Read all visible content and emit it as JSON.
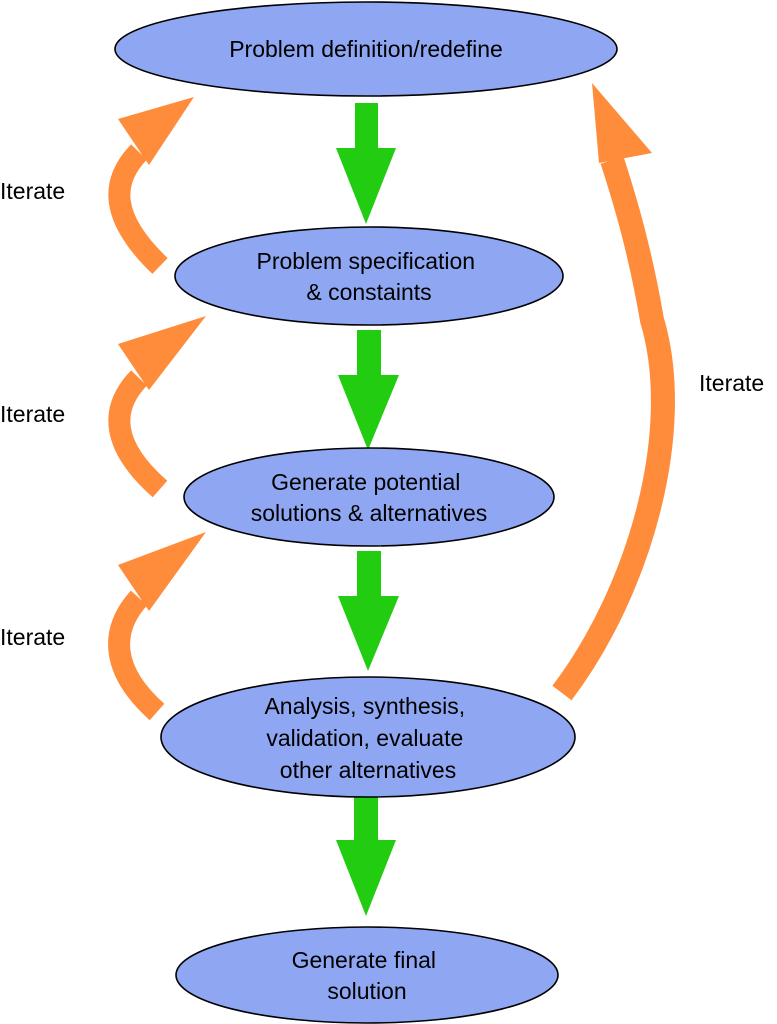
{
  "nodes": [
    {
      "id": "problem-definition",
      "lines": [
        "Problem definition/redefine"
      ]
    },
    {
      "id": "problem-specification",
      "lines": [
        "Problem specification",
        "& constaints"
      ]
    },
    {
      "id": "generate-solutions",
      "lines": [
        "Generate potential",
        "solutions & alternatives"
      ]
    },
    {
      "id": "analysis",
      "lines": [
        "Analysis, synthesis,",
        "validation, evaluate",
        "other alternatives"
      ]
    },
    {
      "id": "final-solution",
      "lines": [
        "Generate final",
        "solution"
      ]
    }
  ],
  "iterate_labels": [
    "Iterate",
    "Iterate",
    "Iterate",
    "Iterate"
  ],
  "colors": {
    "node_fill": "#8fa7f2",
    "node_stroke": "#000000",
    "forward_arrow": "#22cc11",
    "iterate_arrow": "#ff8c3b",
    "text": "#000000"
  }
}
